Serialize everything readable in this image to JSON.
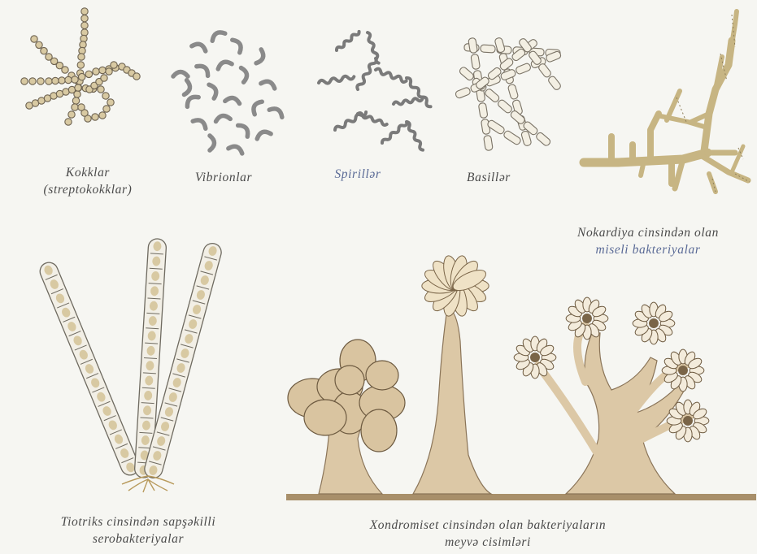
{
  "labels": {
    "kokklar_1": "Kokklar",
    "kokklar_2": "(streptokokklar)",
    "vibrionlar": "Vibrionlar",
    "spirillar": "Spirillər",
    "basillar": "Basillər",
    "nokardiya_1": "Nokardiya cinsindən olan",
    "nokardiya_2": "miseli bakteriyalar",
    "tiotriks_1": "Tiotriks cinsindən sapşəkilli",
    "tiotriks_2": "serobakteriyalar",
    "xondromiset_1": "Xondromiset cinsindən olan bakteriyaların",
    "xondromiset_2": "meyvə cisimləri"
  },
  "colors": {
    "background": "#f6f6f2",
    "cell_fill": "#d8c9a2",
    "cell_stroke": "#6d6250",
    "mycelium": "#c7b583",
    "stalk": "#dcc8a6",
    "ground": "#a88f6a",
    "label_text": "#4a4a4a",
    "label_blue": "#5a6a96"
  }
}
